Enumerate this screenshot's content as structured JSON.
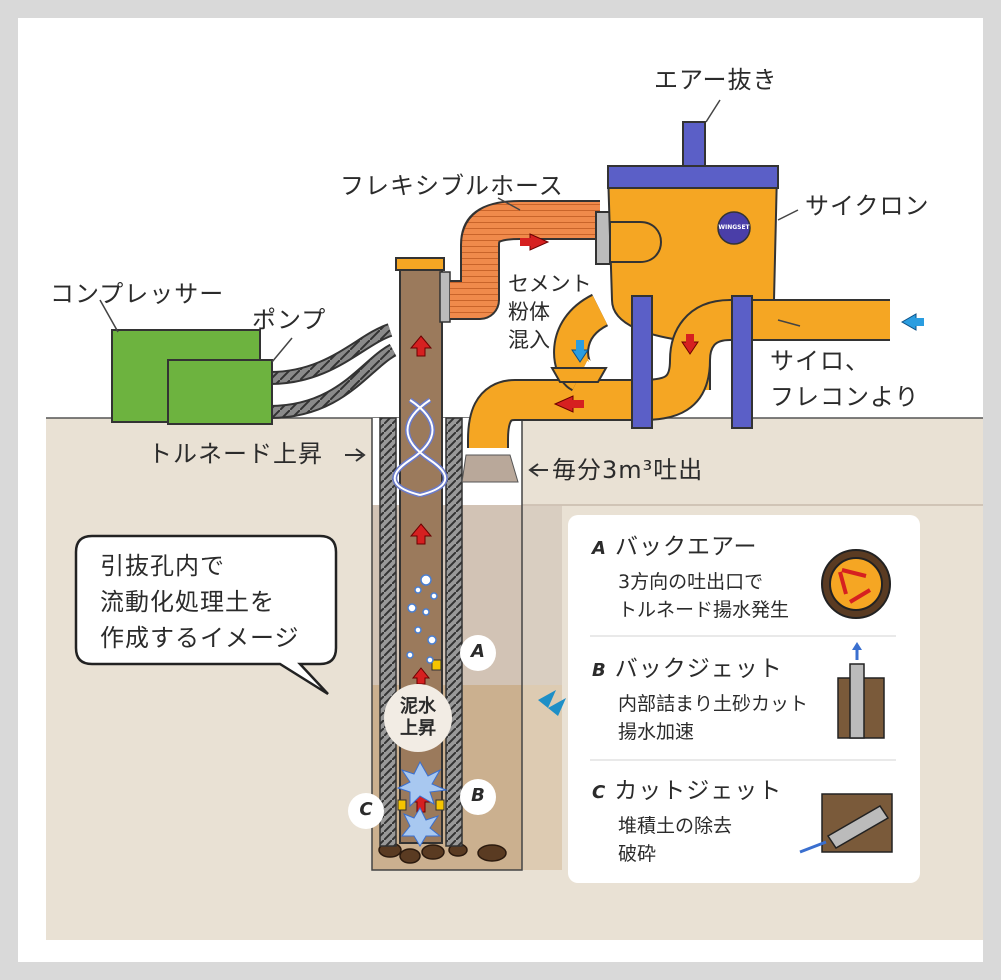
{
  "labels": {
    "air_vent": "エアー抜き",
    "flexible_hose": "フレキシブルホース",
    "cyclone": "サイクロン",
    "cement_mix": [
      "セメント",
      "粉体",
      "混入"
    ],
    "silo": [
      "サイロ、",
      "フレコンより"
    ],
    "compressor": "コンプレッサー",
    "pump": "ポンプ",
    "tornado_rise": "トルネード上昇",
    "discharge": "毎分3m³吐出",
    "mud_rise": [
      "泥水",
      "上昇"
    ],
    "speech": [
      "引抜孔内で",
      "流動化処理土を",
      "作成するイメージ"
    ]
  },
  "markers": {
    "a": "A",
    "b": "B",
    "c": "C"
  },
  "legend": [
    {
      "letter": "A",
      "title": "バックエアー",
      "lines": [
        "3方向の吐出口で",
        "トルネード揚水発生"
      ]
    },
    {
      "letter": "B",
      "title": "バックジェット",
      "lines": [
        "内部詰まり土砂カット",
        "揚水加速"
      ]
    },
    {
      "letter": "C",
      "title": "カットジェット",
      "lines": [
        "堆積土の除去",
        "破砕"
      ]
    }
  ],
  "logo_text": "WINGSET",
  "colors": {
    "frame": "#d9d9d9",
    "ground": "#e9e1d4",
    "mud": "#cbb08f",
    "pipe_orange": "#f5a623",
    "compressor_green": "#6db33f",
    "support_blue": "#5b5fc7",
    "arrow_red": "#d62020",
    "arrow_blue": "#2a9de0"
  }
}
